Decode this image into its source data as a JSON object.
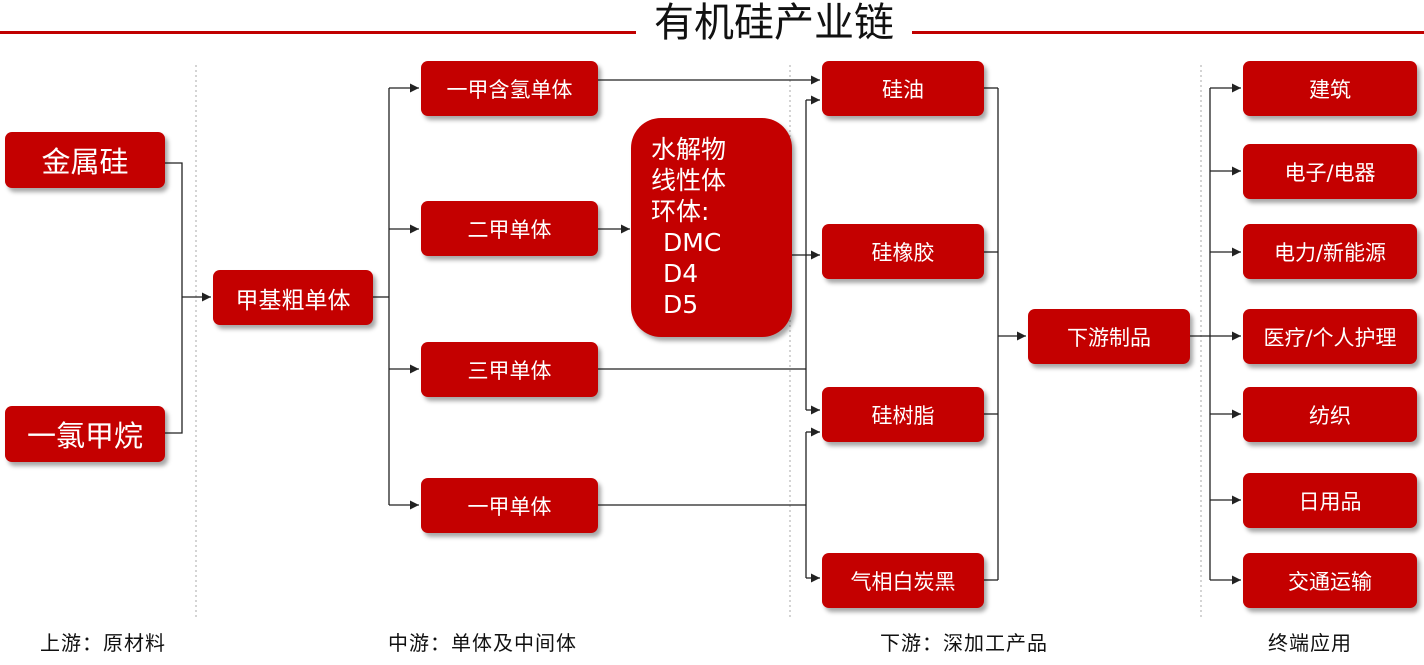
{
  "title": "有机硅产业链",
  "upstream": {
    "metal_silicon": "金属硅",
    "chloromethane": "一氯甲烷"
  },
  "crude_monomer": "甲基粗单体",
  "monomers": {
    "hydrogen": "一甲含氢单体",
    "di": "二甲单体",
    "tri": "三甲单体",
    "mono": "一甲单体"
  },
  "hydrolysate": {
    "line1": "水解物",
    "line2": "线性体",
    "line3": "环体:",
    "line4": "DMC",
    "line5": "D4",
    "line6": "D5"
  },
  "deep_products": {
    "oil": "硅油",
    "rubber": "硅橡胶",
    "resin": "硅树脂",
    "fumed": "气相白炭黑"
  },
  "downstream_products": "下游制品",
  "applications": {
    "construction": "建筑",
    "electronics": "电子/电器",
    "power": "电力/新能源",
    "medical": "医疗/个人护理",
    "textile": "纺织",
    "daily": "日用品",
    "transport": "交通运输"
  },
  "stages": {
    "upstream": "上游：原材料",
    "midstream": "中游：单体及中间体",
    "downstream": "下游：深加工产品",
    "terminal": "终端应用"
  },
  "colors": {
    "accent": "#c40000",
    "rule": "#c00000",
    "connector": "#222222",
    "divider": "#aaaaaa"
  }
}
